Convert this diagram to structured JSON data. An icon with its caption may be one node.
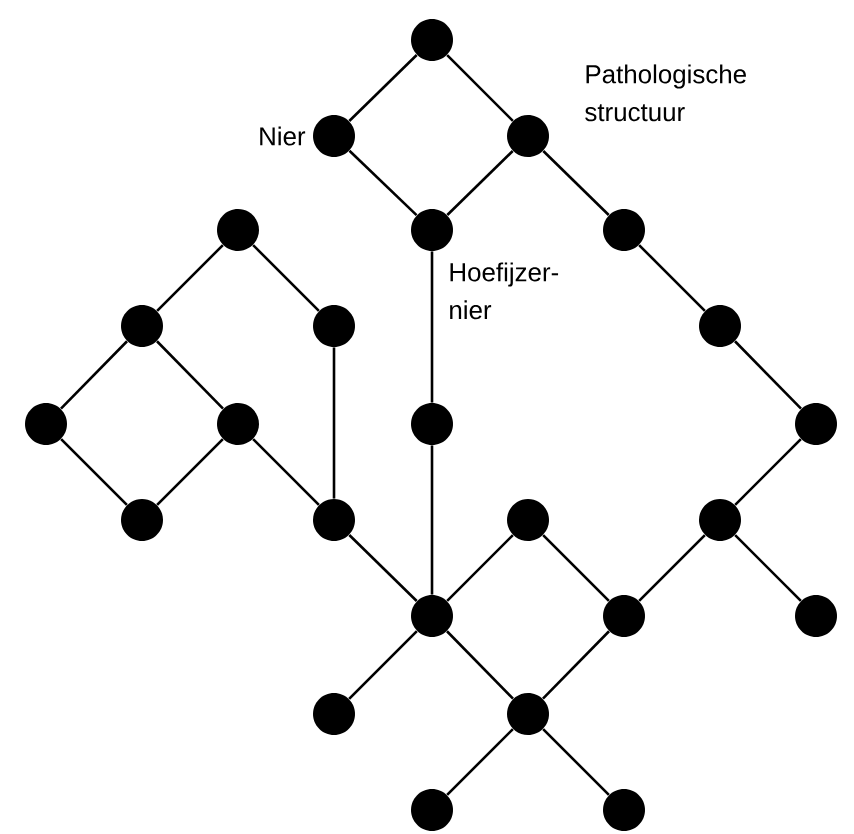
{
  "diagram": {
    "nodes": [
      {
        "text": [],
        "shape": "circle"
      },
      {
        "text": [],
        "shape": "circle",
        "beside": [
          "Nier"
        ]
      },
      {
        "text": [],
        "shape": "circle",
        "beside": [
          "Pathologische structuur"
        ]
      },
      {
        "text": [],
        "shape": "circle",
        "beside": [
          "Hoefijzer- nier"
        ]
      },
      {
        "text": [],
        "shape": "circle"
      },
      {
        "text": [],
        "shape": "circle"
      },
      {
        "text": [],
        "shape": "circle"
      },
      {
        "text": [],
        "shape": "circle"
      },
      {
        "text": [],
        "shape": "circle"
      },
      {
        "text": [],
        "shape": "circle"
      },
      {
        "text": [],
        "shape": "circle"
      },
      {
        "text": [],
        "shape": "circle"
      },
      {
        "text": [],
        "shape": "circle"
      },
      {
        "text": [],
        "shape": "circle"
      },
      {
        "text": [],
        "shape": "circle"
      },
      {
        "text": [],
        "shape": "circle"
      },
      {
        "text": [],
        "shape": "circle"
      },
      {
        "text": [],
        "shape": "circle"
      },
      {
        "text": [],
        "shape": "circle"
      },
      {
        "text": [],
        "shape": "circle"
      },
      {
        "text": [],
        "shape": "circle"
      },
      {
        "text": [],
        "shape": "circle"
      },
      {
        "text": [],
        "shape": "circle"
      },
      {
        "text": [],
        "shape": "circle"
      }
    ],
    "edges": [
      {
        "from": 0,
        "to": 1,
        "arrow": "none"
      },
      {
        "from": 0,
        "to": 2,
        "arrow": "none"
      },
      {
        "from": 1,
        "to": 3,
        "arrow": "none"
      },
      {
        "from": 2,
        "to": 3,
        "arrow": "none"
      },
      {
        "from": 2,
        "to": 4,
        "arrow": "none"
      },
      {
        "from": 4,
        "to": 5,
        "arrow": "none"
      },
      {
        "from": 5,
        "to": 6,
        "arrow": "none"
      },
      {
        "from": 6,
        "to": 7,
        "arrow": "none"
      },
      {
        "from": 7,
        "to": 8,
        "arrow": "none"
      },
      {
        "from": 7,
        "to": 9,
        "arrow": "none"
      },
      {
        "from": 9,
        "to": 12,
        "arrow": "none"
      },
      {
        "from": 10,
        "to": 9,
        "arrow": "none"
      },
      {
        "from": 11,
        "to": 10,
        "arrow": "none"
      },
      {
        "from": 11,
        "to": 12,
        "arrow": "none"
      },
      {
        "from": 11,
        "to": 15,
        "arrow": "none"
      },
      {
        "from": 3,
        "to": 16,
        "arrow": "none"
      },
      {
        "from": 16,
        "to": 11,
        "arrow": "none"
      },
      {
        "from": 12,
        "to": 13,
        "arrow": "none"
      },
      {
        "from": 12,
        "to": 14,
        "arrow": "none"
      },
      {
        "from": 17,
        "to": 11,
        "arrow": "none"
      },
      {
        "from": 18,
        "to": 17,
        "arrow": "none"
      },
      {
        "from": 19,
        "to": 18,
        "arrow": "none"
      },
      {
        "from": 19,
        "to": 20,
        "arrow": "none"
      },
      {
        "from": 20,
        "to": 21,
        "arrow": "none"
      },
      {
        "from": 20,
        "to": 22,
        "arrow": "none"
      },
      {
        "from": 22,
        "to": 23,
        "arrow": "none"
      },
      {
        "from": 23,
        "to": 21,
        "arrow": "none"
      },
      {
        "from": 21,
        "to": 17,
        "arrow": "none"
      }
    ]
  }
}
